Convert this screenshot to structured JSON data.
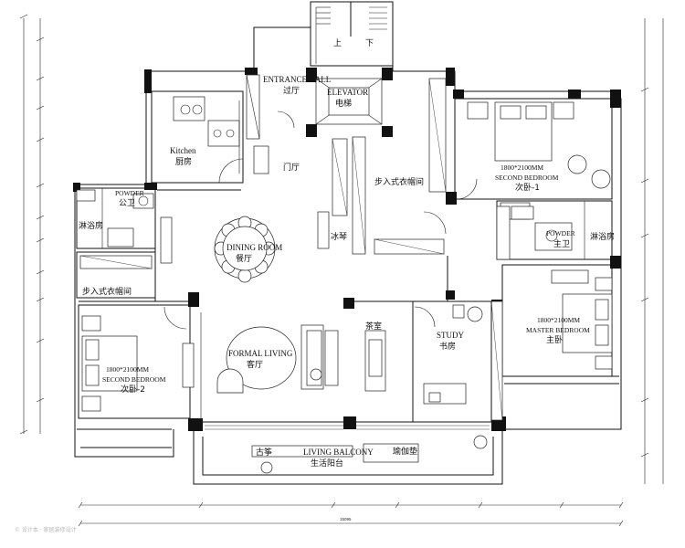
{
  "rooms": {
    "entrance_hall": "ENTRANCE HALL",
    "entrance_hall_cn": "过厅",
    "elevator": "ELEVATOR",
    "elevator_cn": "电梯",
    "stairs_up": "上",
    "stairs_down": "下",
    "kitchen": "Kitchen",
    "kitchen_cn": "厨房",
    "foyer_cn": "门厅",
    "walkin_closet_top_cn": "步入式衣帽间",
    "second_bedroom1_size": "1800*2100MM",
    "second_bedroom1": "SECOND BEDROOM",
    "second_bedroom1_cn": "次卧-1",
    "powder_left": "POWDER",
    "powder_left_cn": "公卫",
    "bath_left_cn": "淋浴房",
    "dining_room": "DINING ROOM",
    "dining_room_cn": "餐厅",
    "walkin_closet_left_cn": "步入式衣帽间",
    "powder_right": "POWDER",
    "powder_right_cn": "主卫",
    "bath_right_cn": "淋浴房",
    "tea_room_cn": "茶室",
    "second_bedroom2_size": "1800*2100MM",
    "second_bedroom2": "SECOND BEDROOM",
    "second_bedroom2_cn": "次卧-2",
    "formal_living": "FORMAL LIVING",
    "formal_living_cn": "客厅",
    "study": "STUDY",
    "study_cn": "书房",
    "master_bedroom_size": "1800*2100MM",
    "master_bedroom": "MASTER BEDROOM",
    "master_bedroom_cn": "主卧",
    "living_balcony": "LIVING BALCONY",
    "living_balcony_cn": "生活阳台",
    "washer_cn": "古筝",
    "yoga_cn": "瑜伽垫",
    "fridge_cn": "冰琴"
  },
  "dimensions": {
    "overall": "15095"
  },
  "watermark": "© 设计本 · 家居装修设计"
}
